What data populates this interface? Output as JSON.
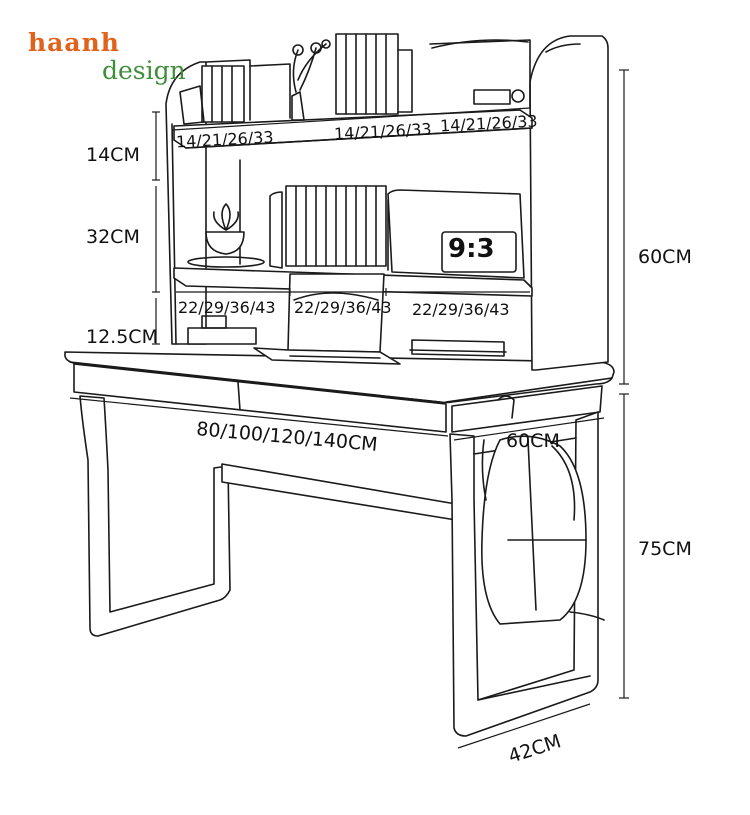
{
  "brand": {
    "line1": "haanh",
    "line2": "design"
  },
  "shelf_heights": {
    "top": "14CM",
    "middle": "32CM",
    "bottom": "12.5CM"
  },
  "top_shelf_widths": [
    "14/21/26/33",
    "14/21/26/33",
    "14/21/26/33"
  ],
  "middle_shelf_widths": [
    "22/29/36/43",
    "22/29/36/43",
    "22/29/36/43"
  ],
  "desk": {
    "width": "80/100/120/140CM",
    "depth_top": "60CM",
    "depth_bottom": "42CM",
    "hutch_height": "60CM",
    "desk_height": "75CM"
  },
  "clock_display": "9:3"
}
